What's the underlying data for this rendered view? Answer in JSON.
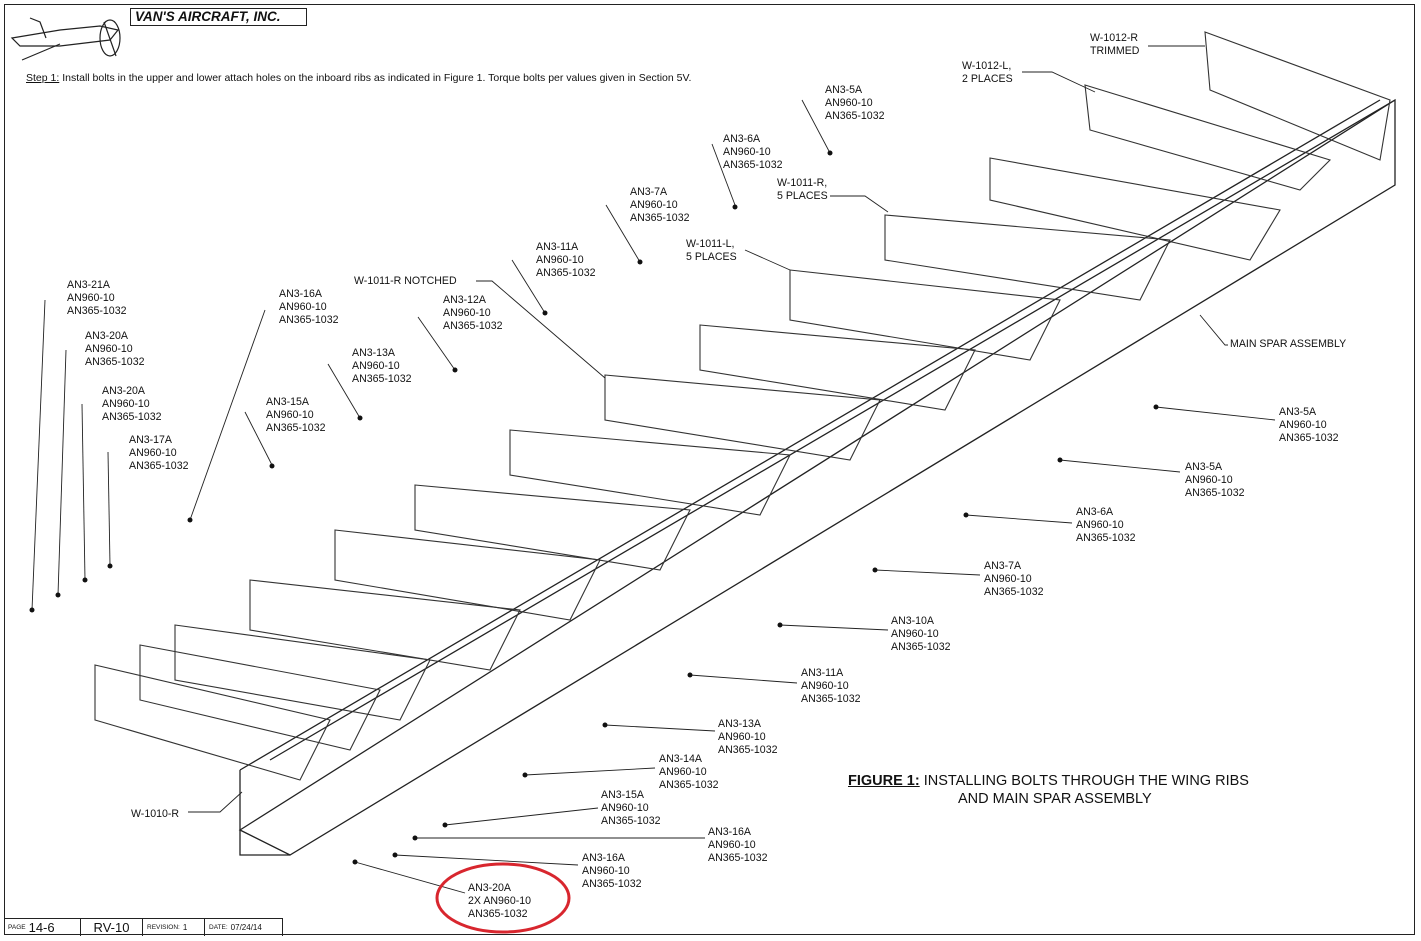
{
  "header": {
    "company": "VAN'S AIRCRAFT, INC.",
    "step_label": "Step 1:",
    "step_text": " Install bolts in the upper and lower attach holes on the inboard ribs as indicated in Figure 1. Torque bolts per values given in Section 5V."
  },
  "figure": {
    "label": "FIGURE 1:",
    "line1": " INSTALLING BOLTS THROUGH THE WING RIBS",
    "line2": "AND MAIN SPAR ASSEMBLY"
  },
  "callouts": {
    "w1012r": "W-1012-R\nTRIMMED",
    "w1012l": "W-1012-L,\n2 PLACES",
    "w1011r": "W-1011-R,\n5 PLACES",
    "w1011l": "W-1011-L,\n5 PLACES",
    "w1011r_notched": "W-1011-R NOTCHED",
    "main_spar": "MAIN SPAR ASSEMBLY",
    "w1010r": "W-1010-R",
    "t5a": "AN3-5A\nAN960-10\nAN365-1032",
    "t6a": "AN3-6A\nAN960-10\nAN365-1032",
    "t7a": "AN3-7A\nAN960-10\nAN365-1032",
    "t11a": "AN3-11A\nAN960-10\nAN365-1032",
    "t12a": "AN3-12A\nAN960-10\nAN365-1032",
    "t13a": "AN3-13A\nAN960-10\nAN365-1032",
    "t15a": "AN3-15A\nAN960-10\nAN365-1032",
    "t16a": "AN3-16A\nAN960-10\nAN365-1032",
    "t17a": "AN3-17A\nAN960-10\nAN365-1032",
    "t20a_b": "AN3-20A\nAN960-10\nAN365-1032",
    "t20a_a": "AN3-20A\nAN960-10\nAN365-1032",
    "t21a": "AN3-21A\nAN960-10\nAN365-1032",
    "b5a_1": "AN3-5A\nAN960-10\nAN365-1032",
    "b5a_2": "AN3-5A\nAN960-10\nAN365-1032",
    "b6a": "AN3-6A\nAN960-10\nAN365-1032",
    "b7a": "AN3-7A\nAN960-10\nAN365-1032",
    "b10a": "AN3-10A\nAN960-10\nAN365-1032",
    "b11a": "AN3-11A\nAN960-10\nAN365-1032",
    "b13a": "AN3-13A\nAN960-10\nAN365-1032",
    "b14a": "AN3-14A\nAN960-10\nAN365-1032",
    "b15a": "AN3-15A\nAN960-10\nAN365-1032",
    "b16a_1": "AN3-16A\nAN960-10\nAN365-1032",
    "b16a_2": "AN3-16A\nAN960-10\nAN365-1032",
    "b20a": "AN3-20A\n2X AN960-10\nAN365-1032"
  },
  "title_block": {
    "page_label": "PAGE",
    "page": "14-6",
    "model": "RV-10",
    "revision_label": "REVISION:",
    "revision": "1",
    "date_label": "DATE:",
    "date": "07/24/14"
  },
  "colors": {
    "ink": "#111111",
    "highlight": "#d8262e",
    "paper": "#ffffff"
  }
}
